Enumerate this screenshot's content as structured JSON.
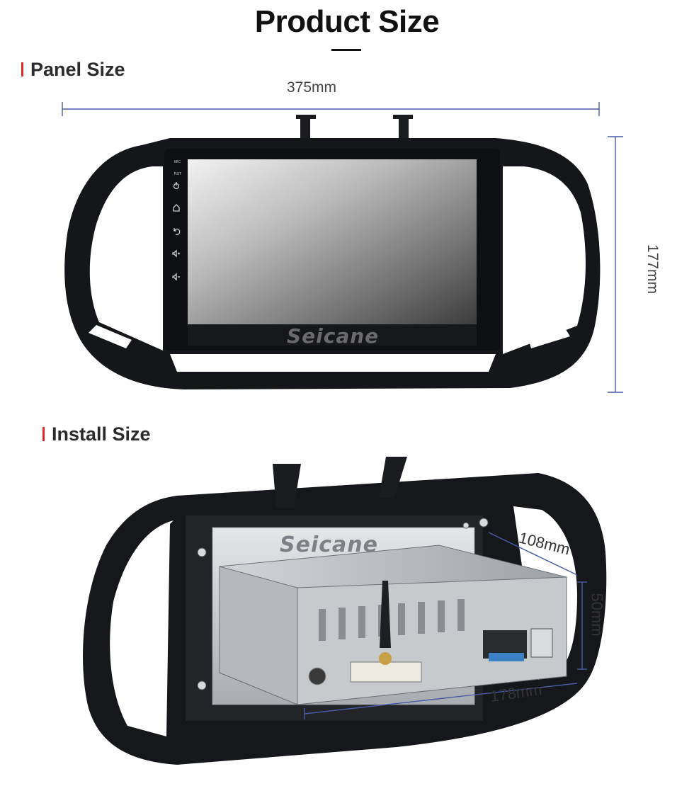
{
  "header": {
    "title": "Product Size"
  },
  "panel_section": {
    "label": "Panel Size",
    "width_label": "375mm",
    "height_label": "177mm",
    "screen_brand": "Seicane",
    "side_buttons": [
      "MIC",
      "RST",
      "power-icon",
      "home-icon",
      "back-icon",
      "volume-up-icon",
      "volume-down-icon"
    ]
  },
  "install_section": {
    "label": "Install Size",
    "depth_label": "108mm",
    "height_label": "50mm",
    "width_label": "178mm",
    "chassis_brand": "Seicane"
  },
  "colors": {
    "accent": "#e02a2a",
    "dimension_line": "#4a5aa8",
    "frame": "#15161a"
  }
}
